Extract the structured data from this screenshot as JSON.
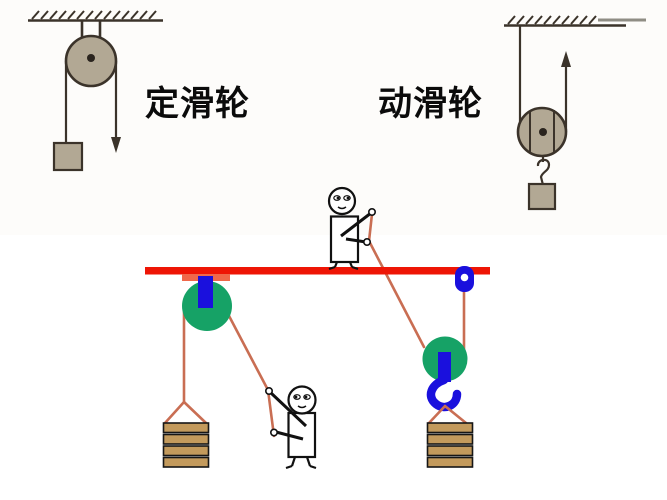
{
  "labels": {
    "fixed_pulley": "定滑轮",
    "movable_pulley": "动滑轮"
  },
  "counts": {
    "left_weight_slabs": 4,
    "right_weight_slabs": 4
  },
  "colors": {
    "beam": "#ee1505",
    "bracket": "#f0684a",
    "axle": "#1a10dd",
    "green": "#16a266",
    "rope": "#c96e53",
    "slab": "#c39a5c",
    "slab_border": "#161616",
    "metal": "#b2a894",
    "outline": "#3b332a",
    "ink": "#141414",
    "ceiling_grey": "#8f8d84",
    "paper": "#fdfcfa"
  }
}
